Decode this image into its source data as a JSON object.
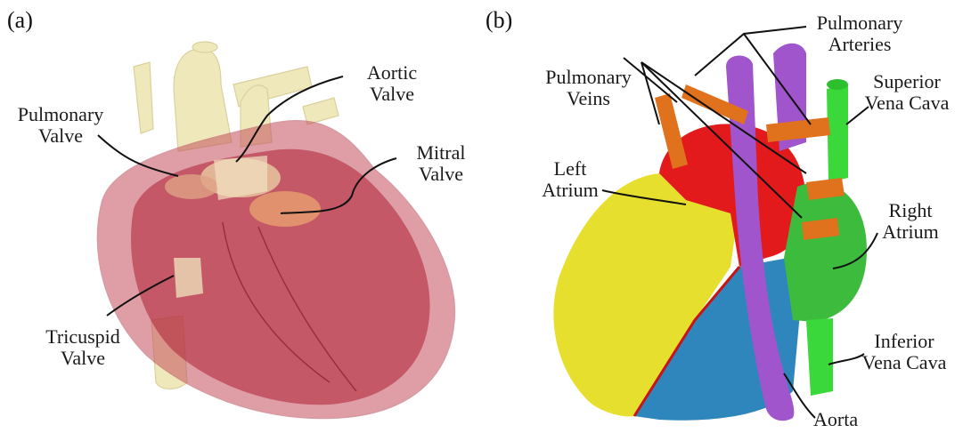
{
  "panels": {
    "a": {
      "tag": "(a)"
    },
    "b": {
      "tag": "(b)"
    }
  },
  "labels_a": {
    "aortic": [
      "Aortic",
      "Valve"
    ],
    "pulmonary": [
      "Pulmonary",
      "Valve"
    ],
    "mitral": [
      "Mitral",
      "Valve"
    ],
    "tricuspid": [
      "Tricuspid",
      "Valve"
    ]
  },
  "labels_b": {
    "pulm_veins": [
      "Pulmonary",
      "Veins"
    ],
    "pulm_arteries": [
      "Pulmonary",
      "Arteries"
    ],
    "svc": [
      "Superior",
      "Vena Cava"
    ],
    "left_atrium": [
      "Left",
      "Atrium"
    ],
    "right_atrium": [
      "Right",
      "Atrium"
    ],
    "ivc": [
      "Inferior",
      "Vena Cava"
    ],
    "aorta": "Aorta"
  },
  "colors": {
    "heart_outer": "#c5505e",
    "heart_inner": "#b22a3d",
    "valve_cream": "#efe7b8",
    "left_ventricle": "#e6df2e",
    "right_ventricle": "#2e86bd",
    "left_atrium": "#e31a1c",
    "right_atrium": "#3dbb3d",
    "aorta": "#a055cc",
    "pulm_vessel": "#e0711d",
    "svc_green": "#3ad83a"
  }
}
